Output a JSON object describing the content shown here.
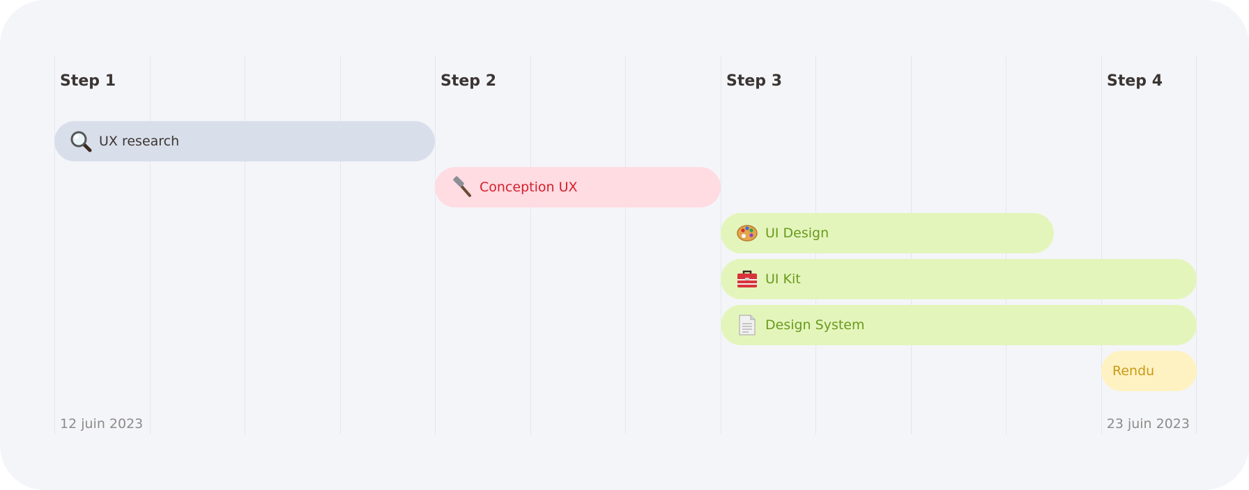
{
  "chart_data": {
    "type": "gantt",
    "steps": [
      {
        "name": "Step 1",
        "col": 0
      },
      {
        "name": "Step 2",
        "col": 4
      },
      {
        "name": "Step 3",
        "col": 7
      },
      {
        "name": "Step 4",
        "col": 11
      }
    ],
    "start_label": "12 juin 2023",
    "end_label": "23 juin 2023",
    "total_cols": 12,
    "tasks": [
      {
        "label": "UX research",
        "icon": "magnifier-icon",
        "start": 0,
        "end": 4,
        "bg": "#d9dfea",
        "fg": "#3b3533"
      },
      {
        "label": "Conception UX",
        "icon": "hammer-icon",
        "start": 4,
        "end": 7,
        "bg": "#ffdbe2",
        "fg": "#d3202b"
      },
      {
        "label": "UI Design",
        "icon": "palette-icon",
        "start": 7,
        "end": 10.5,
        "bg": "#e4f5bc",
        "fg": "#6a9a1d"
      },
      {
        "label": "UI Kit",
        "icon": "toolbox-icon",
        "start": 7,
        "end": 12,
        "bg": "#e4f5bc",
        "fg": "#6a9a1d"
      },
      {
        "label": "Design System",
        "icon": "page-icon",
        "start": 7,
        "end": 12,
        "bg": "#e4f5bc",
        "fg": "#6a9a1d"
      },
      {
        "label": "Rendu",
        "icon": "",
        "start": 11,
        "end": 12,
        "bg": "#fff2c2",
        "fg": "#c99a16"
      }
    ]
  }
}
